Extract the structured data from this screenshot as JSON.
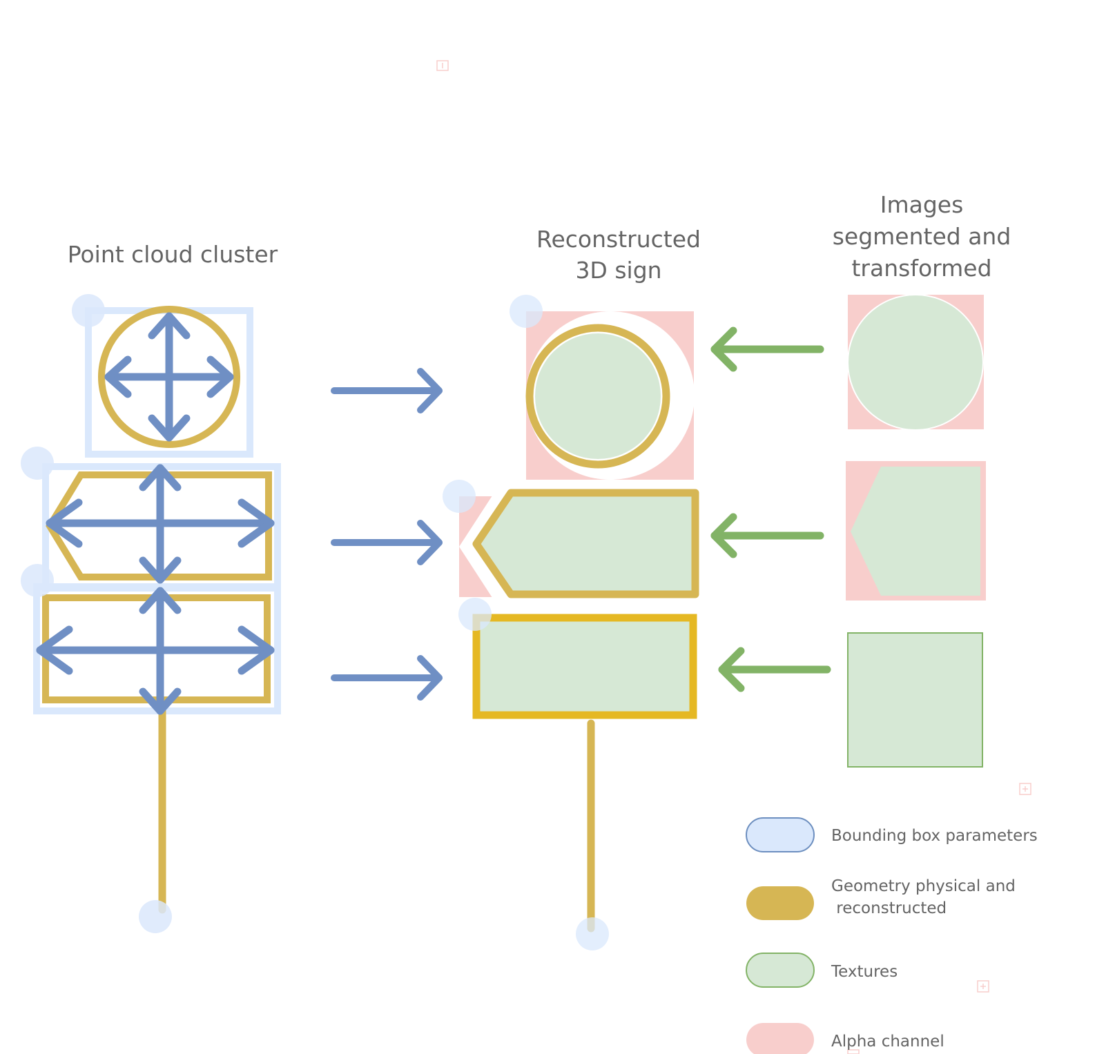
{
  "titles": {
    "point_cloud": "Point cloud cluster",
    "reconstructed_line1": "Reconstructed",
    "reconstructed_line2": "3D sign",
    "images_line1": "Images",
    "images_line2": "segmented and",
    "images_line3": "transformed"
  },
  "legend": [
    {
      "label": "Bounding box parameters",
      "fill": "#d9e7f9",
      "stroke": "#6f8fc4"
    },
    {
      "label_line1": "Geometry physical and",
      "label_line2": " reconstructed",
      "fill": "#d6b654",
      "stroke": "#d6b654"
    },
    {
      "label": "Textures",
      "fill": "#d6e8d5",
      "stroke": "#82b366"
    },
    {
      "label": "Alpha channel",
      "fill": "#f8cecc",
      "stroke": "#f8cecc"
    }
  ],
  "colors": {
    "bbox_blue": "#6f8fc4",
    "bbox_light": "#dae8fc",
    "geometry_gold": "#d6b654",
    "texture_green": "#d6e8d5",
    "texture_border": "#82b366",
    "arrow_green": "#82b366",
    "alpha_pink": "#f8cecc"
  }
}
